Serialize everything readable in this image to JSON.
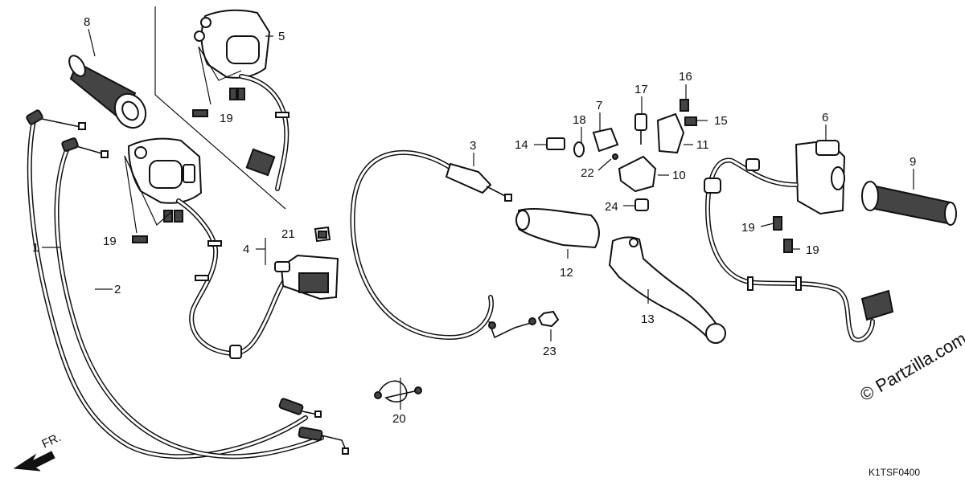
{
  "diagram": {
    "callouts": [
      "1",
      "2",
      "3",
      "4",
      "5",
      "6",
      "7",
      "8",
      "9",
      "10",
      "11",
      "12",
      "13",
      "14",
      "15",
      "16",
      "17",
      "18",
      "19",
      "19",
      "19",
      "19",
      "20",
      "21",
      "22",
      "23",
      "24"
    ],
    "front_marker": "FR.",
    "watermark": "© Partzilla.com",
    "diagram_code": "K1TSF0400"
  }
}
